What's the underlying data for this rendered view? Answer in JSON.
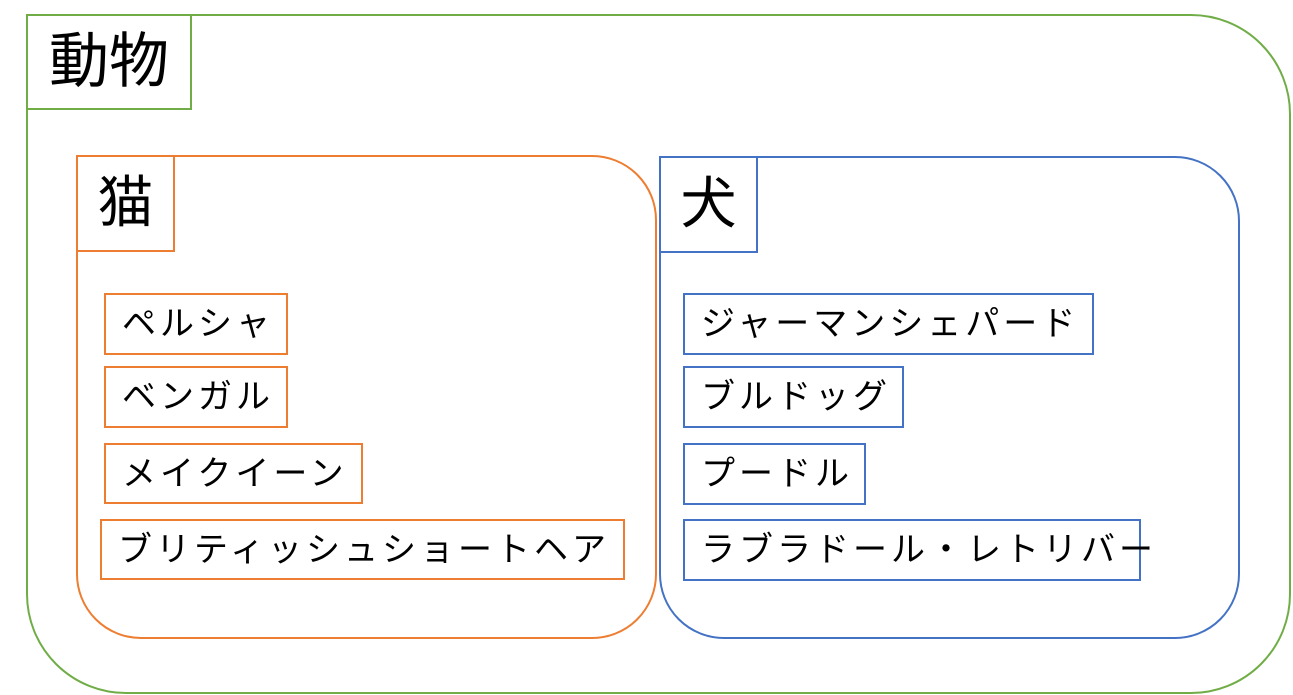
{
  "diagram": {
    "root": {
      "label": "動物",
      "color": "#70ad47"
    },
    "groups": [
      {
        "label": "猫",
        "color": "#ed7d31",
        "items": [
          "ペルシャ",
          "ベンガル",
          "メイクイーン",
          "ブリティッシュショートヘア"
        ]
      },
      {
        "label": "犬",
        "color": "#4472c4",
        "items": [
          "ジャーマンシェパード",
          "ブルドッグ",
          "プードル",
          "ラブラドール・レトリバー"
        ]
      }
    ]
  }
}
